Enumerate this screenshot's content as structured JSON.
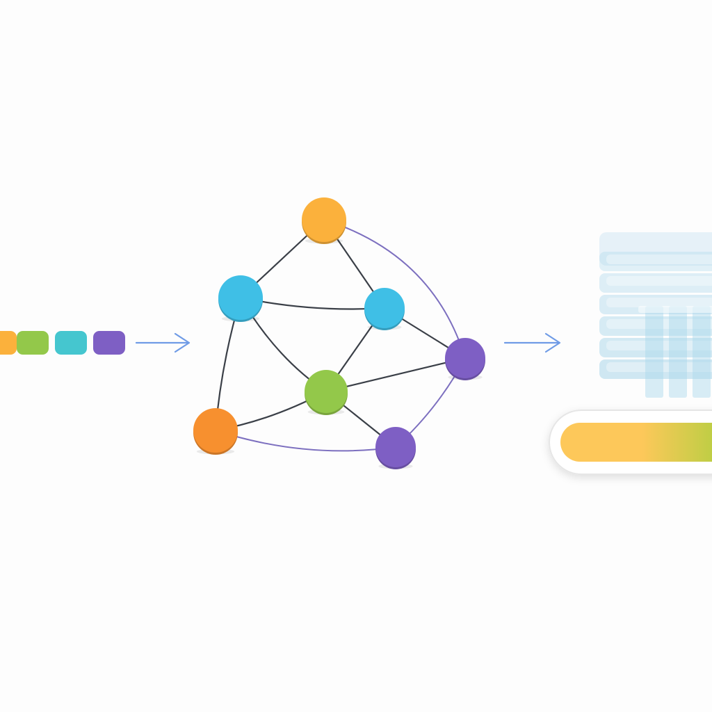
{
  "colors": {
    "background": "#fdfdfd",
    "arrow": "#6f9be6",
    "edge": "#3a3f47",
    "edge_accent": "#7c6fbf",
    "orange_light": "#fbb13c",
    "orange_deep": "#f7902f",
    "blue": "#3fbfe6",
    "green": "#93c84a",
    "purple": "#7e5fc4",
    "teal": "#45c6cf",
    "table_blue": "#a9d6ea",
    "bar_start": "#fdc85a",
    "bar_end": "#a6d03c"
  },
  "input_sequence": {
    "tokens": [
      "orange_light",
      "green",
      "teal",
      "purple"
    ]
  },
  "graph": {
    "nodes": [
      {
        "id": "top-orange",
        "color": "orange_light"
      },
      {
        "id": "left-blue",
        "color": "blue"
      },
      {
        "id": "right-blue",
        "color": "blue"
      },
      {
        "id": "right-purple",
        "color": "purple"
      },
      {
        "id": "center-green",
        "color": "green"
      },
      {
        "id": "bottom-left-orange",
        "color": "orange_deep"
      },
      {
        "id": "bottom-purple",
        "color": "purple"
      }
    ],
    "edges": [
      {
        "from": "top-orange",
        "to": "left-blue",
        "style": "edge"
      },
      {
        "from": "top-orange",
        "to": "right-blue",
        "style": "edge"
      },
      {
        "from": "top-orange",
        "to": "right-purple",
        "style": "edge_accent"
      },
      {
        "from": "left-blue",
        "to": "right-blue",
        "style": "edge"
      },
      {
        "from": "left-blue",
        "to": "center-green",
        "style": "edge"
      },
      {
        "from": "left-blue",
        "to": "bottom-left-orange",
        "style": "edge"
      },
      {
        "from": "right-blue",
        "to": "right-purple",
        "style": "edge"
      },
      {
        "from": "right-blue",
        "to": "center-green",
        "style": "edge"
      },
      {
        "from": "center-green",
        "to": "right-purple",
        "style": "edge"
      },
      {
        "from": "center-green",
        "to": "bottom-left-orange",
        "style": "edge"
      },
      {
        "from": "center-green",
        "to": "bottom-purple",
        "style": "edge"
      },
      {
        "from": "right-purple",
        "to": "bottom-purple",
        "style": "edge_accent"
      },
      {
        "from": "bottom-left-orange",
        "to": "bottom-purple",
        "style": "edge_accent"
      }
    ]
  },
  "output": {
    "table_rows": 6,
    "score_bar": {
      "fill_fraction": 1.0
    }
  }
}
